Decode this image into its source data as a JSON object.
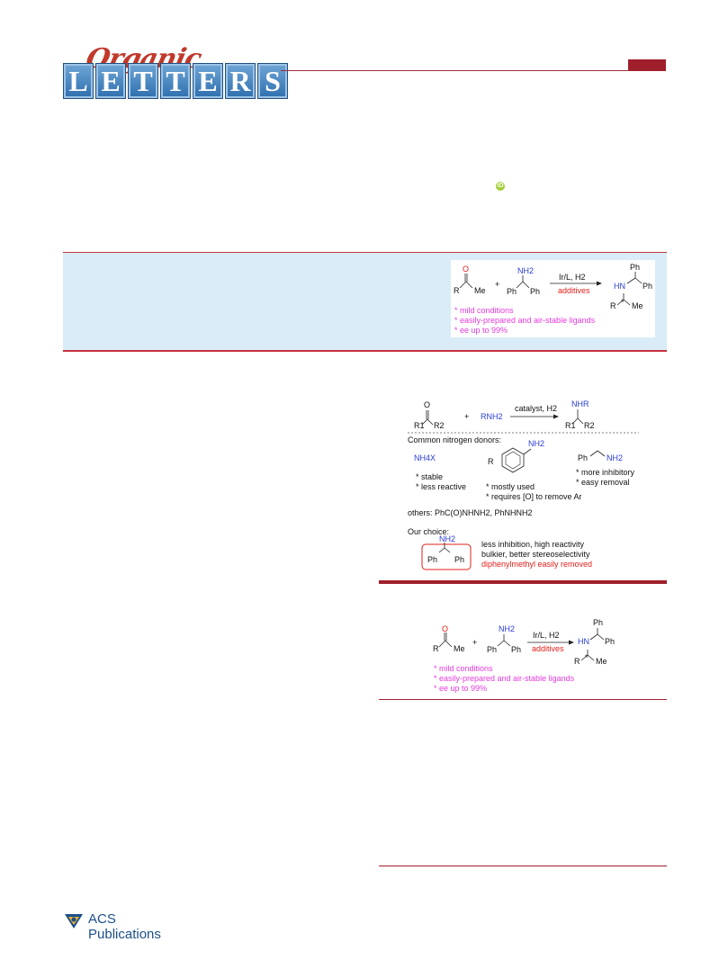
{
  "journal": {
    "script_word": "Organic",
    "tile_letters": [
      "L",
      "E",
      "T",
      "T",
      "E",
      "R",
      "S"
    ],
    "publisher": "ACS Publications"
  },
  "orcid_icon": "orcid-icon",
  "scheme": {
    "reactant_ketone_O": "O",
    "reactant_R": "R",
    "reactant_Me": "Me",
    "plus": "+",
    "amine_NH2": "NH2",
    "amine_Ph_left": "Ph",
    "amine_Ph_right": "Ph",
    "conditions_top": "Ir/L, H2",
    "conditions_bottom": "additives",
    "product_Ph_top": "Ph",
    "product_HN": "HN",
    "product_Ph_right": "Ph",
    "product_R": "R",
    "product_star": "*",
    "product_Me": "Me",
    "features": [
      "* mild conditions",
      "* easily-prepared and air-stable ligands",
      "* ee up to 99%"
    ]
  },
  "figure1": {
    "eq_O": "O",
    "eq_R1": "R1",
    "eq_R2": "R2",
    "eq_plus": "+",
    "eq_RNH2": "RNH2",
    "eq_cond": "catalyst, H2",
    "eq_NHR": "NHR",
    "eq_prod_R1": "R1",
    "eq_prod_R2": "R2",
    "donors_title": "Common nitrogen donors:",
    "nh4x": "NH4X",
    "nh4x_notes": [
      "* stable",
      "* less reactive"
    ],
    "aniline_R": "R",
    "aniline_NH2": "NH2",
    "aniline_notes": [
      "* mostly used",
      "* requires [O] to remove Ar"
    ],
    "benzyl_Ph": "Ph",
    "benzyl_NH2": "NH2",
    "benzyl_notes": [
      "* more inhibitory",
      "* easy removal"
    ],
    "others": "others: PhC(O)NHNH2, PhNHNH2",
    "choice_title": "Our choice:",
    "choice_NH2": "NH2",
    "choice_Ph_left": "Ph",
    "choice_Ph_right": "Ph",
    "choice_notes": [
      "less inhibition, high reactivity",
      "bulkier, better stereoselectivity"
    ],
    "choice_note_red": "diphenylmethyl easily removed"
  }
}
